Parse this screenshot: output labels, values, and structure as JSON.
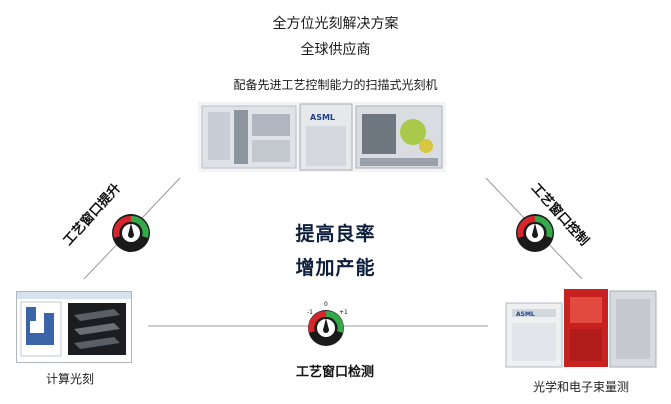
{
  "header": {
    "line1": "全方位光刻解决方案",
    "line2": "全球供应商",
    "machine_caption": "配备先进工艺控制能力的扫描式光刻机"
  },
  "center": {
    "line1": "提高良率",
    "line2": "增加产能"
  },
  "edges": {
    "left": "工艺窗口提升",
    "right": "工艺窗口控制",
    "bottom": "工艺窗口检测"
  },
  "nodes": {
    "top_machine_brand": "ASML",
    "left_caption": "计算光刻",
    "right_caption": "光学和电子束量测",
    "right_machine_brand": "ASML"
  },
  "gauge_bottom": {
    "label_left": "-1",
    "label_center": "0",
    "label_right": "+1"
  },
  "colors": {
    "gauge_red": "#d7262b",
    "gauge_green": "#35a84a",
    "line": "#9a9a9a"
  }
}
